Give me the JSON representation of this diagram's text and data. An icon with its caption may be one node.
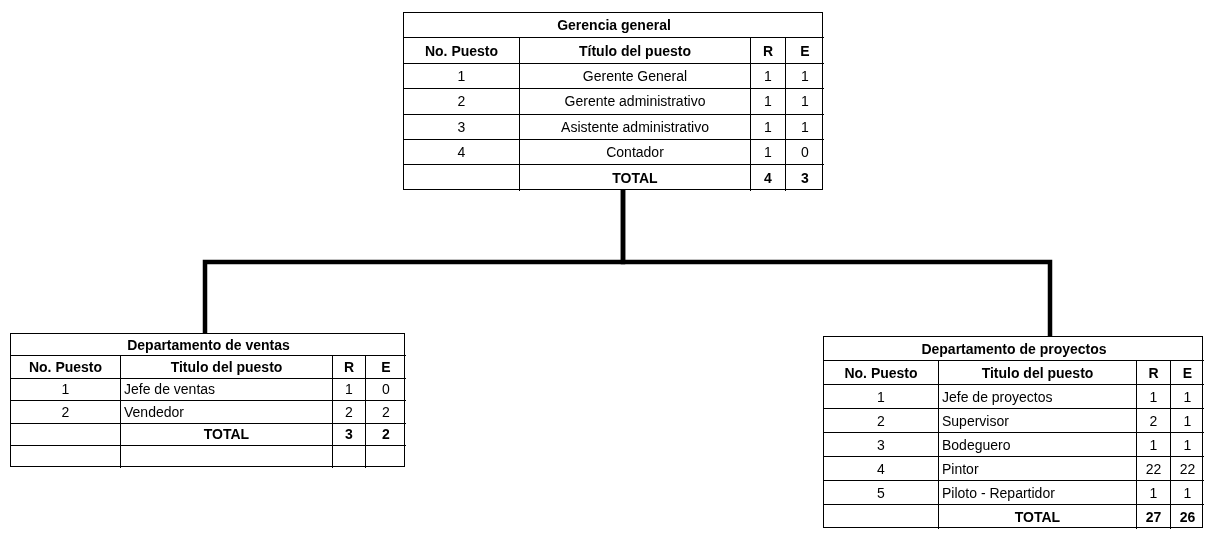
{
  "diagram": {
    "nodes": [
      {
        "text": [
          "Gerencia general",
          "No. Puesto",
          "Título del puesto",
          "R",
          "E",
          "1",
          "Gerente General",
          "1",
          "1",
          "2",
          "Gerente administrativo",
          "1",
          "1",
          "3",
          "Asistente administrativo",
          "1",
          "1",
          "4",
          "Contador",
          "1",
          "0",
          "TOTAL",
          "4",
          "3"
        ]
      },
      {
        "text": [
          "Departamento de ventas",
          "No. Puesto",
          "Titulo del puesto",
          "R",
          "E",
          "1",
          "Jefe de ventas",
          "1",
          "0",
          "2",
          "Vendedor",
          "2",
          "2",
          "TOTAL",
          "3",
          "2"
        ]
      },
      {
        "text": [
          "Departamento de proyectos",
          "No. Puesto",
          "Titulo del puesto",
          "R",
          "E",
          "1",
          "Jefe de proyectos",
          "1",
          "1",
          "2",
          "Supervisor",
          "2",
          "1",
          "3",
          "Bodeguero",
          "1",
          "1",
          "4",
          "Pintor",
          "22",
          "22",
          "5",
          "Piloto - Repartidor",
          "1",
          "1",
          "TOTAL",
          "27",
          "26"
        ]
      }
    ],
    "edges": [
      {
        "from": 0,
        "to": 1,
        "arrow": "none"
      },
      {
        "from": 0,
        "to": 2,
        "arrow": "none"
      }
    ]
  }
}
